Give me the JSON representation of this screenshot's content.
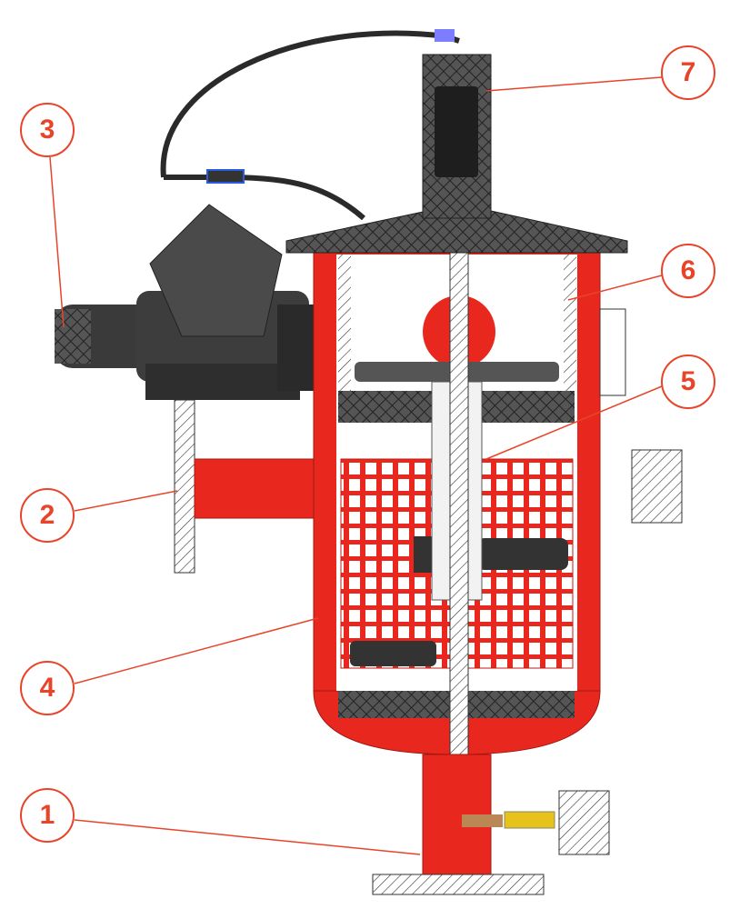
{
  "colors": {
    "accent": "#e8442a",
    "body": "#e8281e",
    "dark": "#3a3a3a"
  },
  "callouts": [
    {
      "label": "1",
      "part": "outlet-flange"
    },
    {
      "label": "2",
      "part": "inlet-pipe"
    },
    {
      "label": "3",
      "part": "control-valve"
    },
    {
      "label": "4",
      "part": "housing"
    },
    {
      "label": "5",
      "part": "center-tube"
    },
    {
      "label": "6",
      "part": "fine-screen"
    },
    {
      "label": "7",
      "part": "actuator-cap"
    }
  ]
}
